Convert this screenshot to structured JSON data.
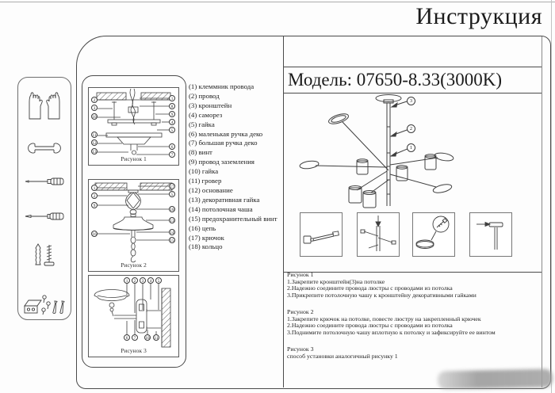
{
  "page": {
    "title": "Инструкция"
  },
  "model": {
    "label": "Модель: 07650-8.33(3000K)"
  },
  "sidebar": {
    "tools": [
      "gloves",
      "open-end-wrench",
      "flat-screwdriver",
      "pointed-screwdriver",
      "wall-anchor-and-screw",
      "terminal-block-and-fasteners"
    ]
  },
  "parts": [
    "(1) клеммник провода",
    "(2) провод",
    "(3) кронштейн",
    "(4) саморез",
    "(5) гайка",
    "(6) маленькая ручка деко",
    "(7) большая ручка деко",
    "(8) винт",
    "(9) провод заземления",
    "(10) гайка",
    "(11) гровер",
    "(12) основание",
    "(13) декоративная гайка",
    "(14) потолочная чаша",
    "(15) предохранительный винт",
    "(16) цепь",
    "(17) крючок",
    "(18) кольцо"
  ],
  "figures": {
    "fig1": {
      "label": "Рисунок 1",
      "callouts_left": [
        "2",
        "3",
        "10",
        "11",
        "12",
        "13"
      ],
      "callouts_right": [
        "1",
        "8",
        "9",
        "4",
        "5",
        "6",
        "7"
      ]
    },
    "fig2": {
      "label": "Рисунок 2",
      "callouts_left": [
        "1",
        "2",
        "9",
        "16"
      ],
      "callouts_right": [
        "17",
        "5",
        "18",
        "13",
        "14",
        "15"
      ]
    },
    "fig3": {
      "label": "Рисунок 3",
      "callouts_top": [
        "1",
        "2",
        "3",
        "4",
        "5"
      ],
      "callouts_bottom": [
        "6",
        "7",
        "10",
        "11"
      ]
    }
  },
  "diagram": {
    "callouts": [
      "3",
      "2",
      "1"
    ]
  },
  "instructions": {
    "fig1": {
      "title": "Рисунок 1",
      "steps": [
        "1.Закрепите кронштейн(3)на потолке",
        "2.Надежно соедините провода люстры с проводами из потолка",
        "3.Прикрепите потолочную чашу к кронштейну декоративными гайками"
      ]
    },
    "fig2": {
      "title": "Рисунок 2",
      "steps": [
        "1.Закрепите крючок на потолке, повесте люстру на закрепленный крючек",
        "2.Надежно соедините провода люстры с проводами из потолка",
        "3.Поднимите потолочную чашу вплотную к потолку и зафиксируйте ее винтом"
      ]
    },
    "fig3": {
      "title": "Рисунок 3",
      "steps": [
        "способ установки аналогичный рисунку 1"
      ]
    }
  }
}
